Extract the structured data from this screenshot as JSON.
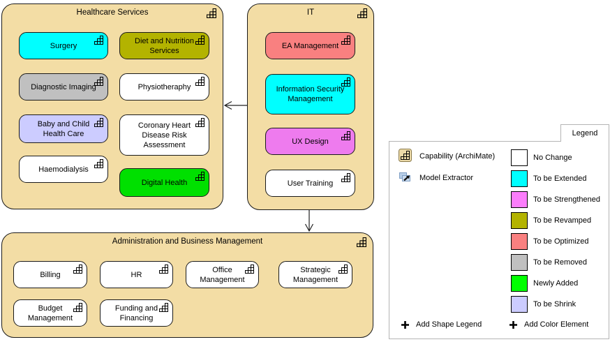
{
  "colors": {
    "group_fill": "#F3DDA5"
  },
  "diagram": {
    "groups": [
      {
        "title": "Healthcare Services",
        "boxes": [
          {
            "label": "Surgery",
            "color": "#00FFFF"
          },
          {
            "label": "Diet and Nutrition Services",
            "color": "#B3B300"
          },
          {
            "label": "Diagnostic Imaging",
            "color": "#C0C0C0"
          },
          {
            "label": "Physiotheraphy",
            "color": "#FFFFFF"
          },
          {
            "label": "Baby and Child Health Care",
            "color": "#CCCCFF"
          },
          {
            "label": "Coronary Heart Disease Risk Assessment",
            "color": "#FFFFFF"
          },
          {
            "label": "Haemodialysis",
            "color": "#FFFFFF"
          },
          {
            "label": "Digital Health",
            "color": "#00E000"
          }
        ]
      },
      {
        "title": "IT",
        "boxes": [
          {
            "label": "EA Management",
            "color": "#F98080"
          },
          {
            "label": "Information Security Management",
            "color": "#00FFFF"
          },
          {
            "label": "UX Design",
            "color": "#EE7BEE"
          },
          {
            "label": "User Training",
            "color": "#FFFFFF"
          }
        ]
      },
      {
        "title": "Administration and Business Management",
        "boxes": [
          {
            "label": "Billing",
            "color": "#FFFFFF"
          },
          {
            "label": "HR",
            "color": "#FFFFFF"
          },
          {
            "label": "Office Management",
            "color": "#FFFFFF"
          },
          {
            "label": "Strategic Management",
            "color": "#FFFFFF"
          },
          {
            "label": "Budget Management",
            "color": "#FFFFFF"
          },
          {
            "label": "Funding and Financing",
            "color": "#FFFFFF"
          }
        ]
      }
    ]
  },
  "legend": {
    "tab_label": "Legend",
    "shape_items": [
      {
        "label": "Capability (ArchiMate)",
        "icon": "capability-icon"
      },
      {
        "label": "Model Extractor",
        "icon": "model-extractor-icon"
      }
    ],
    "color_items": [
      {
        "label": "No Change",
        "color": "#FFFFFF"
      },
      {
        "label": "To be Extended",
        "color": "#00FFFF"
      },
      {
        "label": "To be Strengthened",
        "color": "#FB7DFB"
      },
      {
        "label": "To be Revamped",
        "color": "#B3B300"
      },
      {
        "label": "To be Optimized",
        "color": "#F98080"
      },
      {
        "label": "To be Removed",
        "color": "#C0C0C0"
      },
      {
        "label": "Newly Added",
        "color": "#00FF00"
      },
      {
        "label": "To be Shrink",
        "color": "#CCCCFF"
      }
    ],
    "buttons": [
      {
        "label": "Add Shape Legend"
      },
      {
        "label": "Add Color Element"
      }
    ]
  }
}
